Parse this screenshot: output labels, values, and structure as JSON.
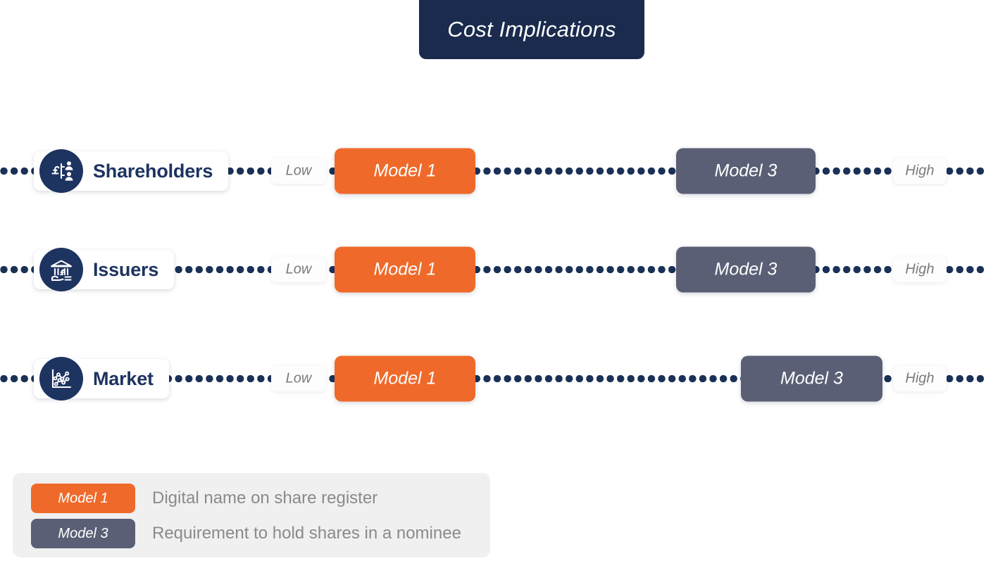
{
  "title": {
    "text": "Cost Implications"
  },
  "colors": {
    "navy": "#1a2b4d",
    "icon_navy": "#1d3360",
    "model1_orange": "#ef6a2a",
    "model3_slate": "#5a5f75",
    "dot_navy": "#1a3157",
    "legend_bg": "#f0f0f0",
    "muted_text": "#8a8a8a"
  },
  "scale": {
    "low_label": "Low",
    "high_label": "High"
  },
  "rows": [
    {
      "actor": "Shareholders",
      "icon": "pound-shareholders-icon",
      "markers": [
        {
          "label": "Model 1",
          "variant": "m1"
        },
        {
          "label": "Model 3",
          "variant": "m3"
        }
      ]
    },
    {
      "actor": "Issuers",
      "icon": "bank-pound-icon",
      "markers": [
        {
          "label": "Model 1",
          "variant": "m1"
        },
        {
          "label": "Model 3",
          "variant": "m3"
        }
      ]
    },
    {
      "actor": "Market",
      "icon": "line-chart-icon",
      "markers": [
        {
          "label": "Model 1",
          "variant": "m1"
        },
        {
          "label": "Model 3",
          "variant": "m3"
        }
      ]
    }
  ],
  "legend": {
    "items": [
      {
        "key": "Model 1",
        "variant": "m1",
        "description": "Digital name on share register"
      },
      {
        "key": "Model 3",
        "variant": "m3",
        "description": "Requirement to hold shares in a nominee"
      }
    ]
  },
  "chart_data": {
    "type": "bar",
    "title": "Cost Implications",
    "xlabel": "",
    "ylabel": "",
    "axis_low_label": "Low",
    "axis_high_label": "High",
    "categories": [
      "Shareholders",
      "Issuers",
      "Market"
    ],
    "series": [
      {
        "name": "Model 1",
        "color": "#ef6a2a",
        "values": [
          0.21,
          0.21,
          0.21
        ]
      },
      {
        "name": "Model 3",
        "color": "#5a5f75",
        "values": [
          0.74,
          0.74,
          0.84
        ]
      }
    ],
    "xlim": [
      0,
      1
    ],
    "grid": false,
    "legend_position": "bottom-left",
    "annotations": [
      "Model 1 = Digital name on share register",
      "Model 3 = Requirement to hold shares in a nominee"
    ]
  }
}
